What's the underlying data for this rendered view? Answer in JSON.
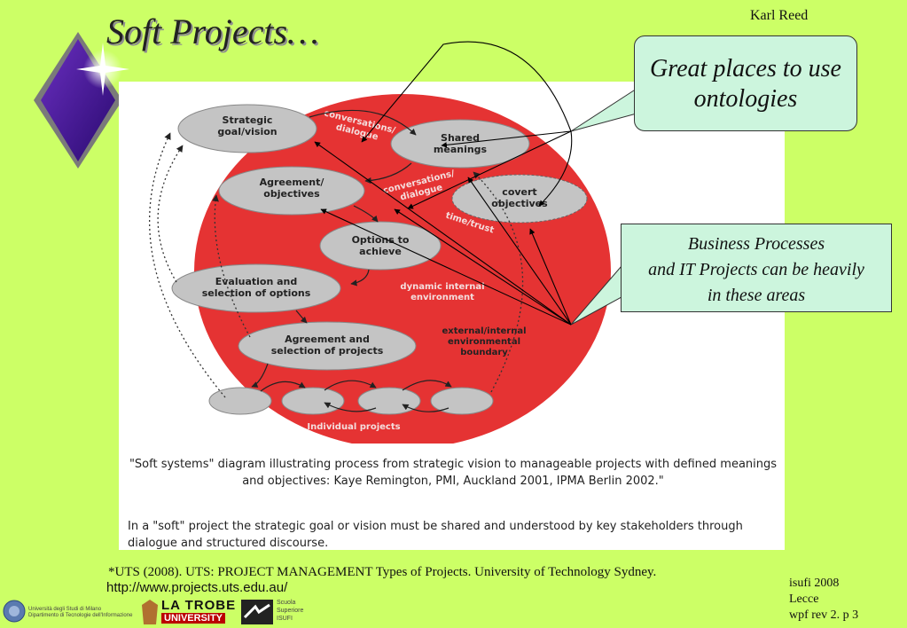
{
  "title": "Soft Projects…",
  "author": "Karl Reed",
  "diagram": {
    "nodes": {
      "strategic": [
        "Strategic",
        "goal/vision"
      ],
      "shared": [
        "Shared",
        "meanings"
      ],
      "agreement": [
        "Agreement/",
        "objectives"
      ],
      "covert": [
        "covert",
        "objectives"
      ],
      "options": [
        "Options to",
        "achieve"
      ],
      "evaluation": [
        "Evaluation and",
        "selection of options"
      ],
      "projects": [
        "Agreement and",
        "selection of projects"
      ]
    },
    "labels": {
      "conv1": [
        "conversations/",
        "dialogue"
      ],
      "conv2": [
        "conversations/",
        "dialogue"
      ],
      "time": "time/trust",
      "dynamic": [
        "dynamic internal",
        "environment"
      ],
      "boundary": [
        "external/internal",
        "environmental",
        "boundary"
      ],
      "individual": "Individual projects"
    },
    "caption1": "\"Soft systems\" diagram illustrating process from strategic vision to manageable projects with defined meanings and objectives: Kaye Remington, PMI, Auckland 2001, IPMA Berlin 2002.\"",
    "caption2": "In a \"soft\" project the strategic goal or vision must be shared and understood by key stakeholders through dialogue and structured discourse."
  },
  "callouts": {
    "ontologies": [
      "Great places to use",
      "ontologies"
    ],
    "business": [
      "Business Processes",
      "and IT Projects can be heavily",
      "in these areas"
    ]
  },
  "footnote": "*UTS (2008). UTS: PROJECT MANAGEMENT Types of Projects. University of Technology Sydney.",
  "footnote_url": "http://www.projects.uts.edu.au/",
  "footer_right": [
    "isufi 2008",
    "Lecce",
    "wpf rev 2.  p 3"
  ],
  "logos": {
    "milano": [
      "Università degli Studi di Milano",
      "Dipartimento di Tecnologie dell'Informazione"
    ],
    "latrobe": [
      "LA TROBE",
      "UNIVERSITY"
    ],
    "isufi": [
      "Scuola",
      "Superiore",
      "ISUFI"
    ]
  },
  "colors": {
    "background": "#ccff66",
    "blob": "#e53333",
    "node": "#c4c4c4",
    "callout": "#ccf5dd"
  }
}
